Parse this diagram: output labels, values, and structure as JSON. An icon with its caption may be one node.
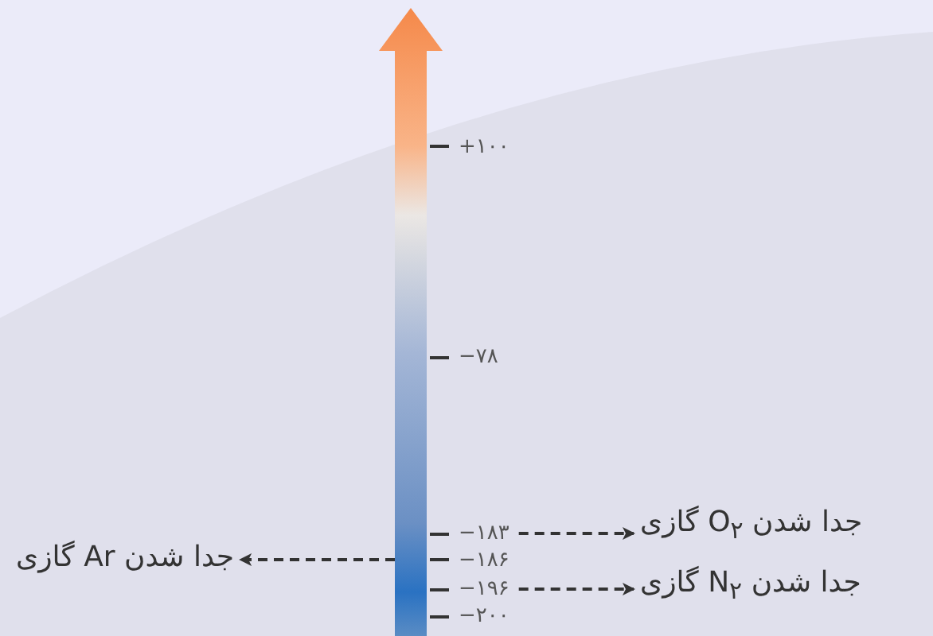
{
  "diagram": {
    "nodes": [
      {
        "text": [],
        "shape": "bar"
      },
      {
        "text": [
          "−۱۸۳"
        ]
      },
      {
        "text": [
          "−۱۹۶"
        ]
      },
      {
        "text": [
          "جدا شدن O$_{۲}$ گازی"
        ]
      },
      {
        "text": [
          "جدا شدن N$_{۲}$ گازی"
        ]
      },
      {
        "text": [
          "جدا شدن Ar گازی"
        ]
      }
    ],
    "edges": [
      {
        "from": 1,
        "to": 3,
        "arrow": "to",
        "style": "dashed"
      },
      {
        "from": 2,
        "to": 4,
        "arrow": "to",
        "style": "dashed"
      },
      {
        "from": 0,
        "to": 5,
        "arrow": "to",
        "style": "dashed"
      }
    ],
    "labels": [
      "+۱۰۰",
      "−۷۸",
      "−۱۸۶",
      "−۲۰۰"
    ]
  }
}
